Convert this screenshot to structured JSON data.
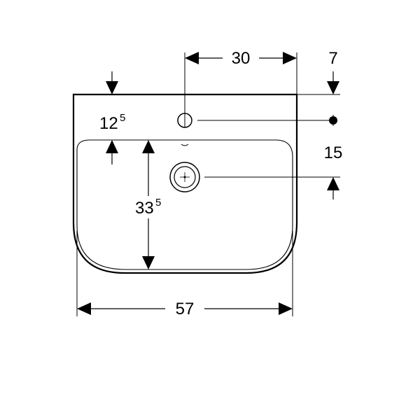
{
  "dimensions": {
    "tap_offset": "30",
    "rim_depth": "7",
    "bowl_top_int": "12",
    "bowl_top_frac": "5",
    "drain_offset": "15",
    "bowl_depth_int": "33",
    "bowl_depth_frac": "5",
    "overall_width": "57"
  },
  "colors": {
    "line": "#000000",
    "background": "#ffffff"
  }
}
